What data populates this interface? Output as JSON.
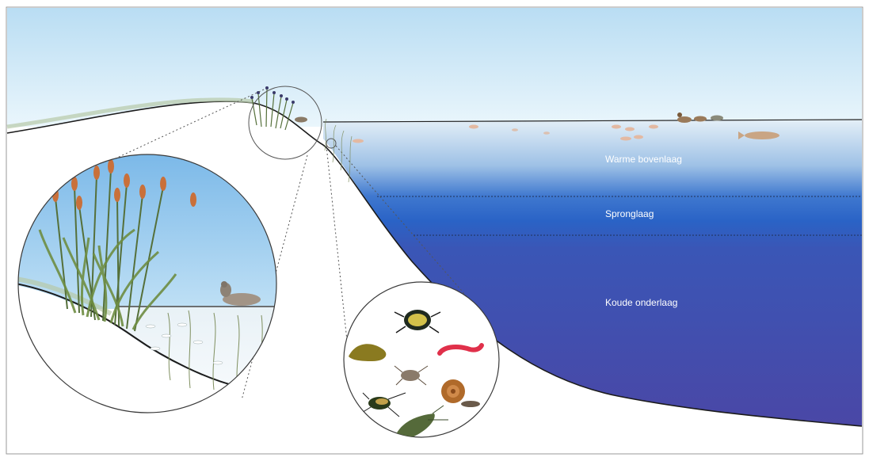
{
  "layers": {
    "warm_top": "Warme bovenlaag",
    "thermocline": "Spronglaag",
    "cold_bottom": "Koude onderlaag"
  },
  "colors": {
    "sky_top": "#bfe0f4",
    "sky_bottom": "#e8f5fb",
    "water_top": "#d6e8f4",
    "water_mid": "#2f63c4",
    "water_deep": "#4646a8",
    "land": "#ffffff",
    "plant": "#55703a",
    "reed_head": "#c9703a",
    "worm": "#e0304a"
  },
  "icons": [
    "reed-icon",
    "duck-icon",
    "fish-icon",
    "pike-icon",
    "diving-beetle-icon",
    "snail-icon",
    "worm-icon",
    "larva-icon",
    "water-bug-icon",
    "leech-icon"
  ]
}
